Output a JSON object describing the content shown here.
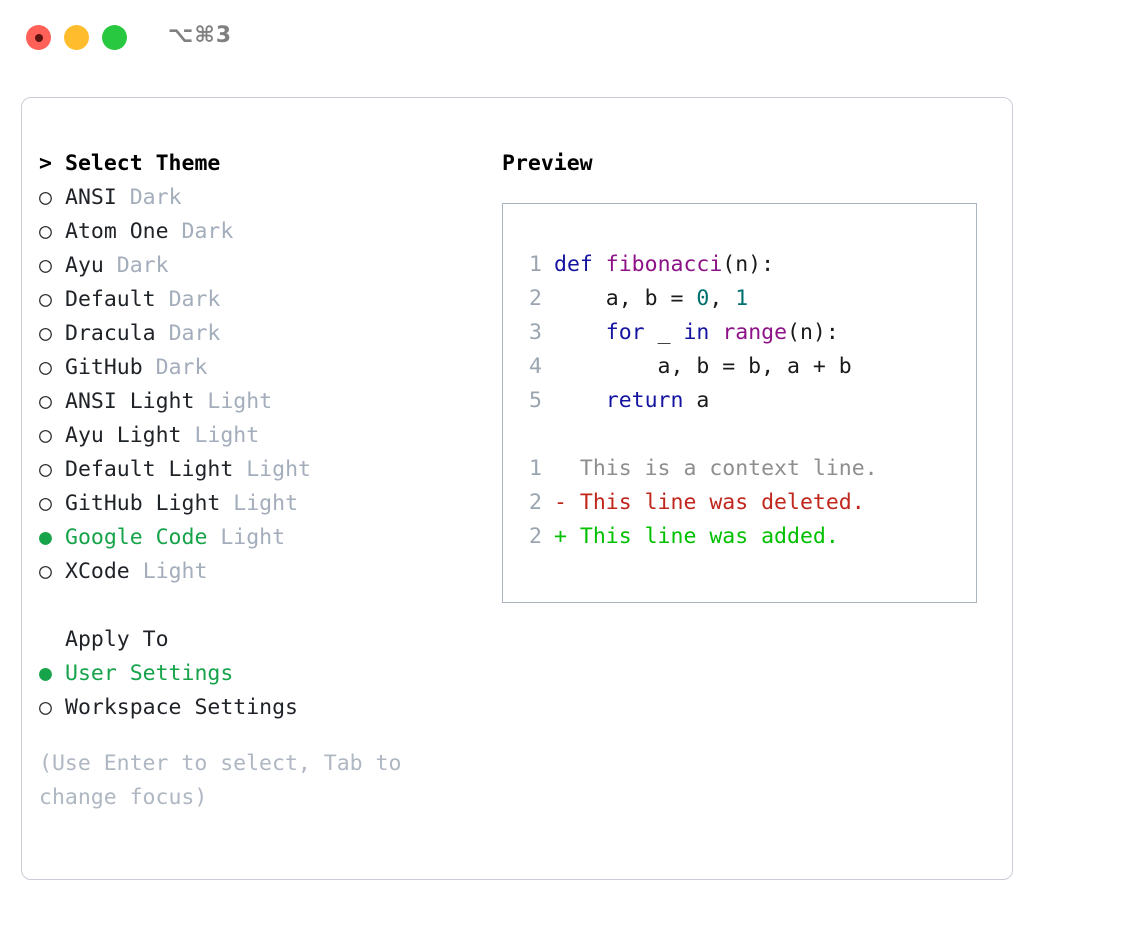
{
  "window": {
    "title": "⌥⌘3",
    "controls": [
      "close",
      "minimize",
      "maximize"
    ]
  },
  "theme_selector": {
    "header_marker": ">",
    "header_label": "Select Theme",
    "marker_unselected": "○",
    "marker_selected": "●",
    "items": [
      {
        "marker": "○",
        "name": "ANSI",
        "category": "Dark",
        "selected": false
      },
      {
        "marker": "○",
        "name": "Atom One",
        "category": "Dark",
        "selected": false
      },
      {
        "marker": "○",
        "name": "Ayu",
        "category": "Dark",
        "selected": false
      },
      {
        "marker": "○",
        "name": "Default",
        "category": "Dark",
        "selected": false
      },
      {
        "marker": "○",
        "name": "Dracula",
        "category": "Dark",
        "selected": false
      },
      {
        "marker": "○",
        "name": "GitHub",
        "category": "Dark",
        "selected": false
      },
      {
        "marker": "○",
        "name": "ANSI Light",
        "category": "Light",
        "selected": false
      },
      {
        "marker": "○",
        "name": "Ayu Light",
        "category": "Light",
        "selected": false
      },
      {
        "marker": "○",
        "name": "Default Light",
        "category": "Light",
        "selected": false
      },
      {
        "marker": "○",
        "name": "GitHub Light",
        "category": "Light",
        "selected": false
      },
      {
        "marker": "●",
        "name": "Google Code",
        "category": "Light",
        "selected": true
      },
      {
        "marker": "○",
        "name": "XCode",
        "category": "Light",
        "selected": false
      }
    ]
  },
  "apply_to": {
    "header_label": "Apply To",
    "items": [
      {
        "marker": "●",
        "name": "User Settings",
        "selected": true
      },
      {
        "marker": "○",
        "name": "Workspace Settings",
        "selected": false
      }
    ]
  },
  "hint": "(Use Enter to select, Tab to change focus)",
  "preview": {
    "title": "Preview",
    "code_lines": [
      {
        "n": "1",
        "tokens": [
          {
            "t": "def",
            "c": "kw"
          },
          {
            "t": " ",
            "c": "pl"
          },
          {
            "t": "fibonacci",
            "c": "fn"
          },
          {
            "t": "(n):",
            "c": "pl"
          }
        ]
      },
      {
        "n": "2",
        "tokens": [
          {
            "t": "    a, b = ",
            "c": "pl"
          },
          {
            "t": "0",
            "c": "num"
          },
          {
            "t": ", ",
            "c": "pl"
          },
          {
            "t": "1",
            "c": "num"
          }
        ]
      },
      {
        "n": "3",
        "tokens": [
          {
            "t": "    ",
            "c": "pl"
          },
          {
            "t": "for",
            "c": "kw"
          },
          {
            "t": " _ ",
            "c": "pl"
          },
          {
            "t": "in",
            "c": "kw"
          },
          {
            "t": " ",
            "c": "pl"
          },
          {
            "t": "range",
            "c": "fn"
          },
          {
            "t": "(n):",
            "c": "pl"
          }
        ]
      },
      {
        "n": "4",
        "tokens": [
          {
            "t": "        a, b = b, a + b",
            "c": "pl"
          }
        ]
      },
      {
        "n": "5",
        "tokens": [
          {
            "t": "    ",
            "c": "pl"
          },
          {
            "t": "return",
            "c": "kw"
          },
          {
            "t": " a",
            "c": "pl"
          }
        ]
      }
    ],
    "diff_lines": [
      {
        "n": "1",
        "prefix": "  ",
        "text": "This is a context line.",
        "kind": "ctx"
      },
      {
        "n": "2",
        "prefix": "- ",
        "text": "This line was deleted.",
        "kind": "del"
      },
      {
        "n": "2",
        "prefix": "+ ",
        "text": "This line was added.",
        "kind": "add"
      }
    ]
  },
  "colors": {
    "selected_green": "#16a34a",
    "muted_gray": "#a3adbb",
    "keyword_blue": "#1414a0",
    "function_purple": "#8e1287",
    "number_teal": "#00706e",
    "diff_delete_red": "#c0261c",
    "diff_add_green": "#00c000",
    "panel_border": "#c9ced6",
    "preview_border": "#a9b4c0"
  }
}
